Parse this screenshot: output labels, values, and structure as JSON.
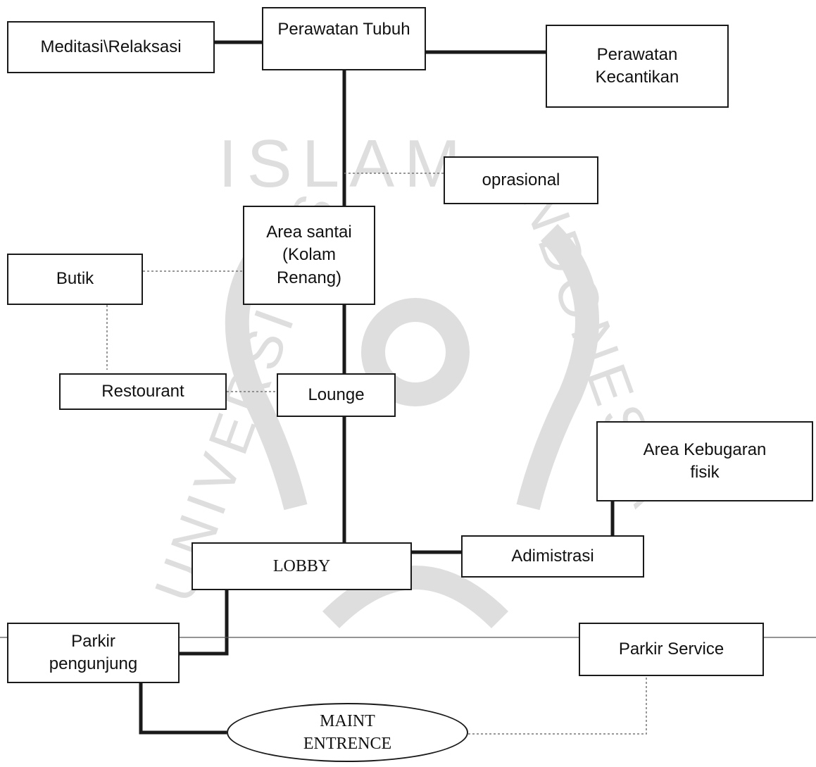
{
  "nodes": {
    "meditasi": "Meditasi\\Relaksasi",
    "perawatan_tubuh": "Perawatan Tubuh",
    "perawatan_kecantikan": "Perawatan\nKecantikan",
    "oprasional": "oprasional",
    "area_santai": "Area santai\n(Kolam\nRenang)",
    "butik": "Butik",
    "restourant": "Restourant",
    "lounge": "Lounge",
    "area_kebugaran": "Area  Kebugaran\nfisik",
    "lobby": "LOBBY",
    "adimistrasi": "Adimistrasi",
    "parkir_pengunjung": "Parkir\npengunjung",
    "parkir_service": "Parkir Service",
    "maint_entrence": "MAINT\nENTRENCE"
  },
  "watermark": {
    "text_top": "ISLAM",
    "text_left": "UNIVERSITAS",
    "text_right": "INDONESIA",
    "color": "#d9d9d9"
  },
  "colors": {
    "line": "#1a1a1a",
    "dotted": "#777777"
  }
}
